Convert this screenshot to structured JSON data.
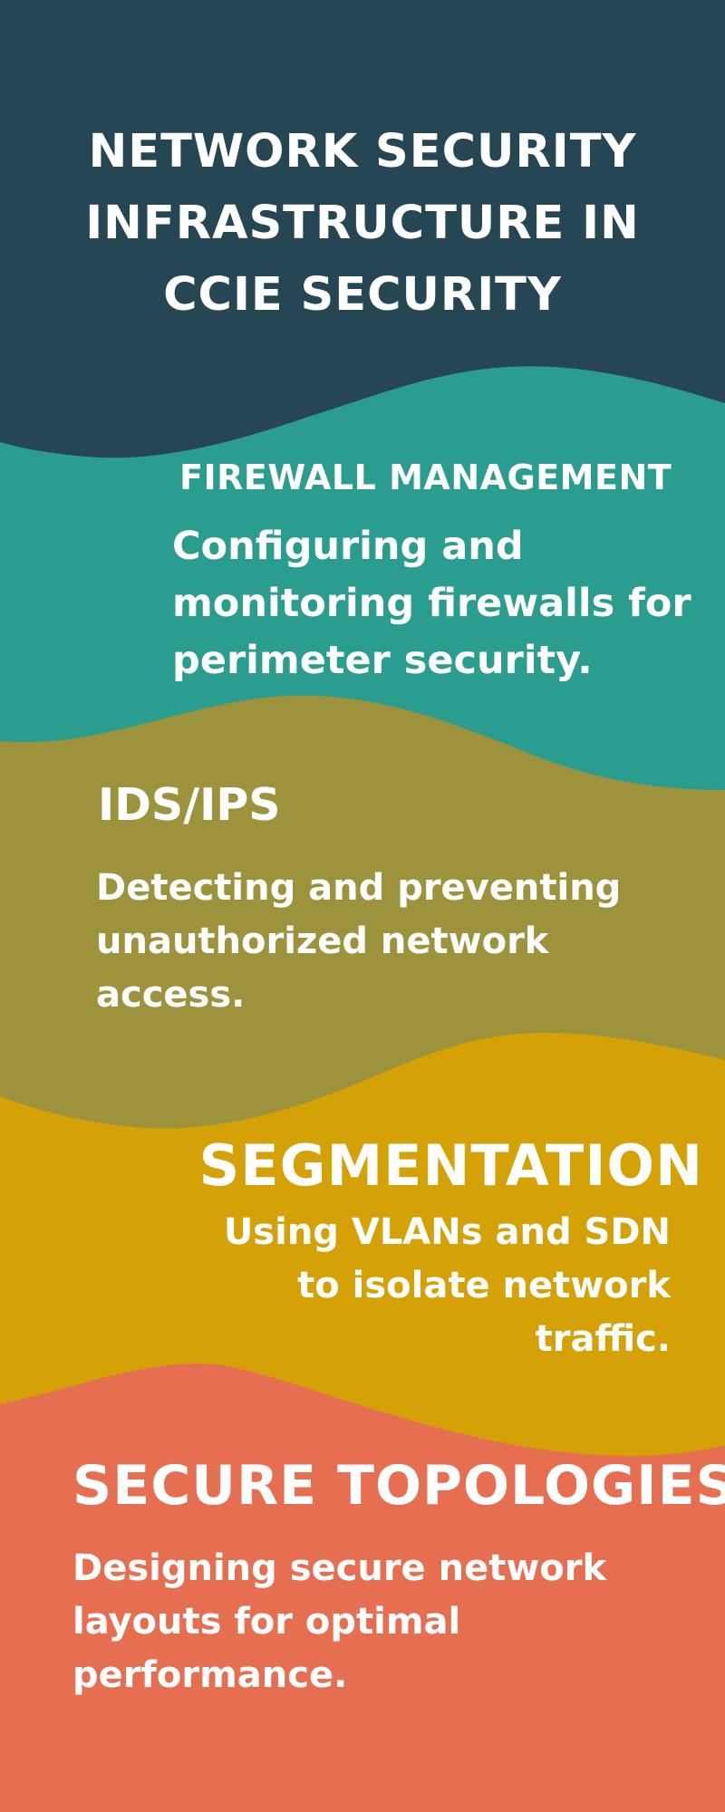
{
  "title": "NETWORK SECURITY INFRASTRUCTURE IN CCIE SECURITY",
  "sections": [
    {
      "heading": "FIREWALL MANAGEMENT",
      "text": "Configuring and monitoring firewalls for perimeter security."
    },
    {
      "heading": "IDS/IPS",
      "text": "Detecting and preventing unauthorized network access."
    },
    {
      "heading": "SEGMENTATION",
      "text": "Using VLANs and SDN to isolate network traffic."
    },
    {
      "heading": "SECURE TOPOLOGIES:",
      "text": "Designing secure network layouts for optimal performance."
    }
  ],
  "colors": {
    "navy": "#264653",
    "teal": "#2a9d8f",
    "olive": "#9c933c",
    "mustard": "#d4a106",
    "coral": "#e76f51",
    "text": "#ffffff"
  }
}
